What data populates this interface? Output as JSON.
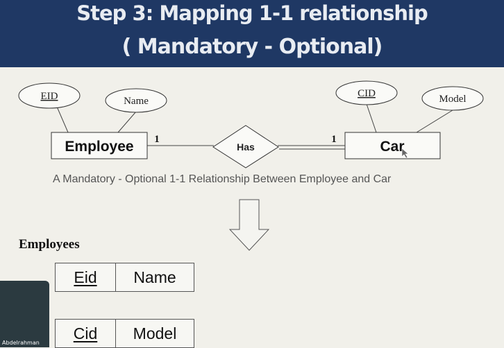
{
  "slide": {
    "title_line1": "Step 3: Mapping 1-1 relationship",
    "title_line2": "( Mandatory - Optional)",
    "caption": "A Mandatory - Optional 1-1  Relationship Between Employee and Car"
  },
  "er_diagram": {
    "entity_left": "Employee",
    "entity_right": "Car",
    "relationship": "Has",
    "card_left": "1",
    "card_right": "1",
    "attributes": {
      "eid": "EID",
      "name": "Name",
      "cid": "CID",
      "model": "Model"
    }
  },
  "relations": {
    "employees_heading": "Employees",
    "employees_table": [
      "Eid",
      "Name"
    ],
    "car_table": [
      "Cid",
      "Model"
    ]
  },
  "video": {
    "participant_name": "Abdelrahman"
  },
  "colors": {
    "header_bg": "#1f3864",
    "slide_bg": "#f1f0ea"
  }
}
